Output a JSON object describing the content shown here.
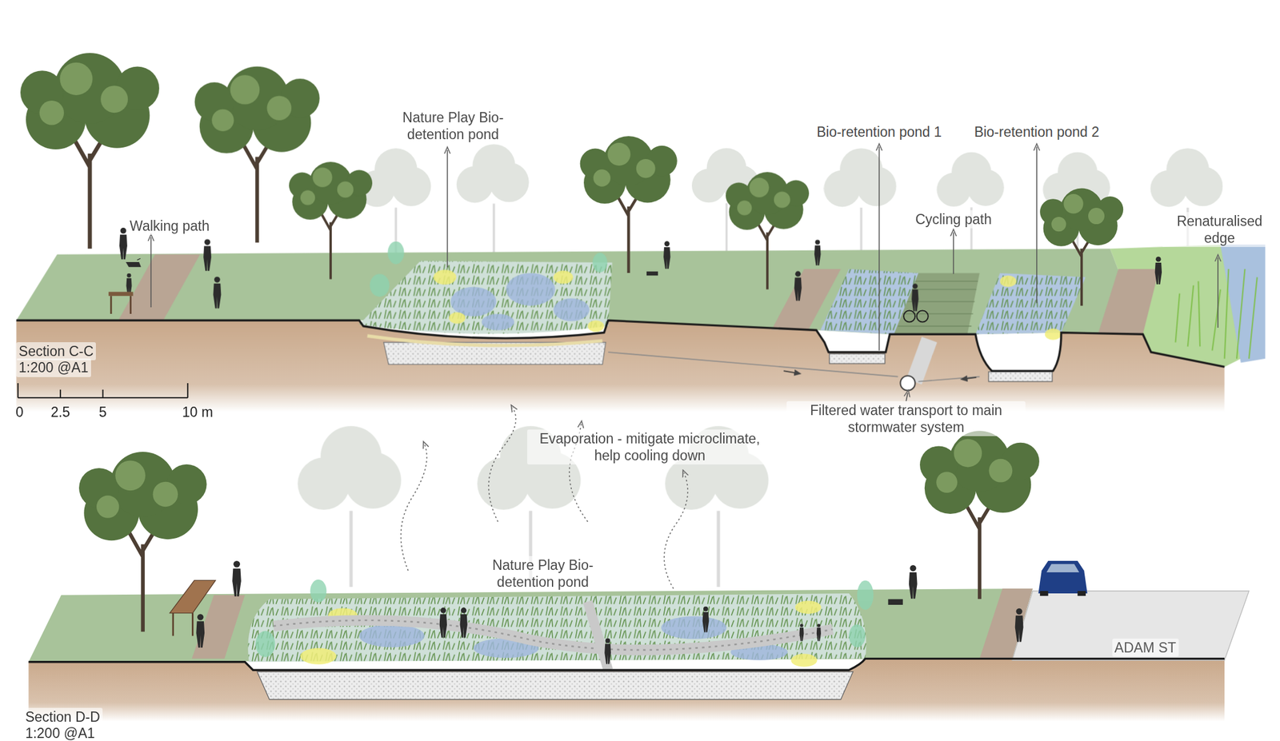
{
  "diagram": {
    "labels": [
      "Nature Play Bio-detention pond",
      "Bio-retention pond 1",
      "Bio-retention pond 2",
      "Walking path",
      "Cycling path",
      "Renaturalised edge",
      "Section C-C",
      "1:200 @A1",
      "0",
      "2.5",
      "5",
      "10 m",
      "Filtered water transport to main stormwater system",
      "Evaporation - mitigate microclimate, help cooling down",
      "Nature Play Bio-detention pond",
      "ADAM ST",
      "Section D-D",
      "1:200 @A1"
    ]
  }
}
